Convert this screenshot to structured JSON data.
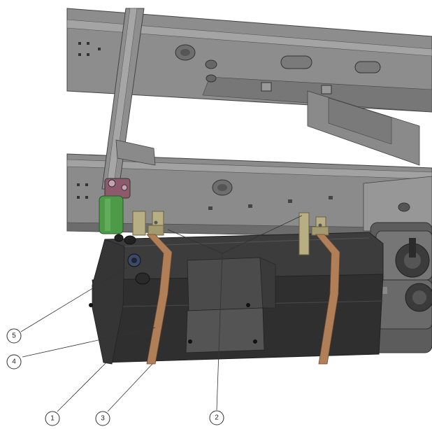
{
  "callouts": [
    {
      "id": "1",
      "label": "1"
    },
    {
      "id": "2",
      "label": "2"
    },
    {
      "id": "3",
      "label": "3"
    },
    {
      "id": "4",
      "label": "4"
    },
    {
      "id": "5",
      "label": "5"
    }
  ],
  "colors": {
    "frame": "#8c8c8c",
    "frame_dark": "#5e5e5e",
    "tank": "#3f3f3f",
    "tank_dark": "#2c2c2c",
    "strap": "#b07f58",
    "bracket": "#b6ad82",
    "filter": "#4d9a48",
    "leader": "#333333"
  }
}
